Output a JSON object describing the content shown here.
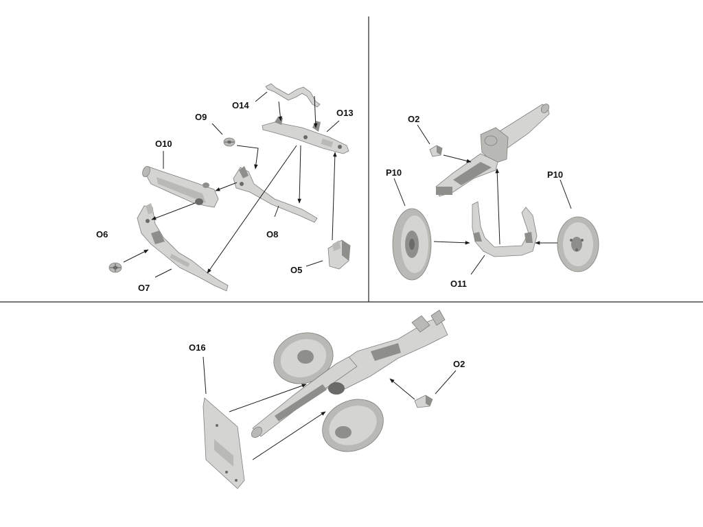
{
  "labels": {
    "o14": "O14",
    "o13": "O13",
    "o9": "O9",
    "o10": "O10",
    "o8": "O8",
    "o6": "O6",
    "o7": "O7",
    "o5": "O5",
    "o2_top": "O2",
    "p10_left": "P10",
    "p10_right": "P10",
    "o11": "O11",
    "o16": "O16",
    "o2_bottom": "O2"
  },
  "colors": {
    "part_fill": "#d4d4d2",
    "part_shade": "#8e8e8b",
    "lines": "#1a1a1a",
    "background": "#ffffff"
  }
}
